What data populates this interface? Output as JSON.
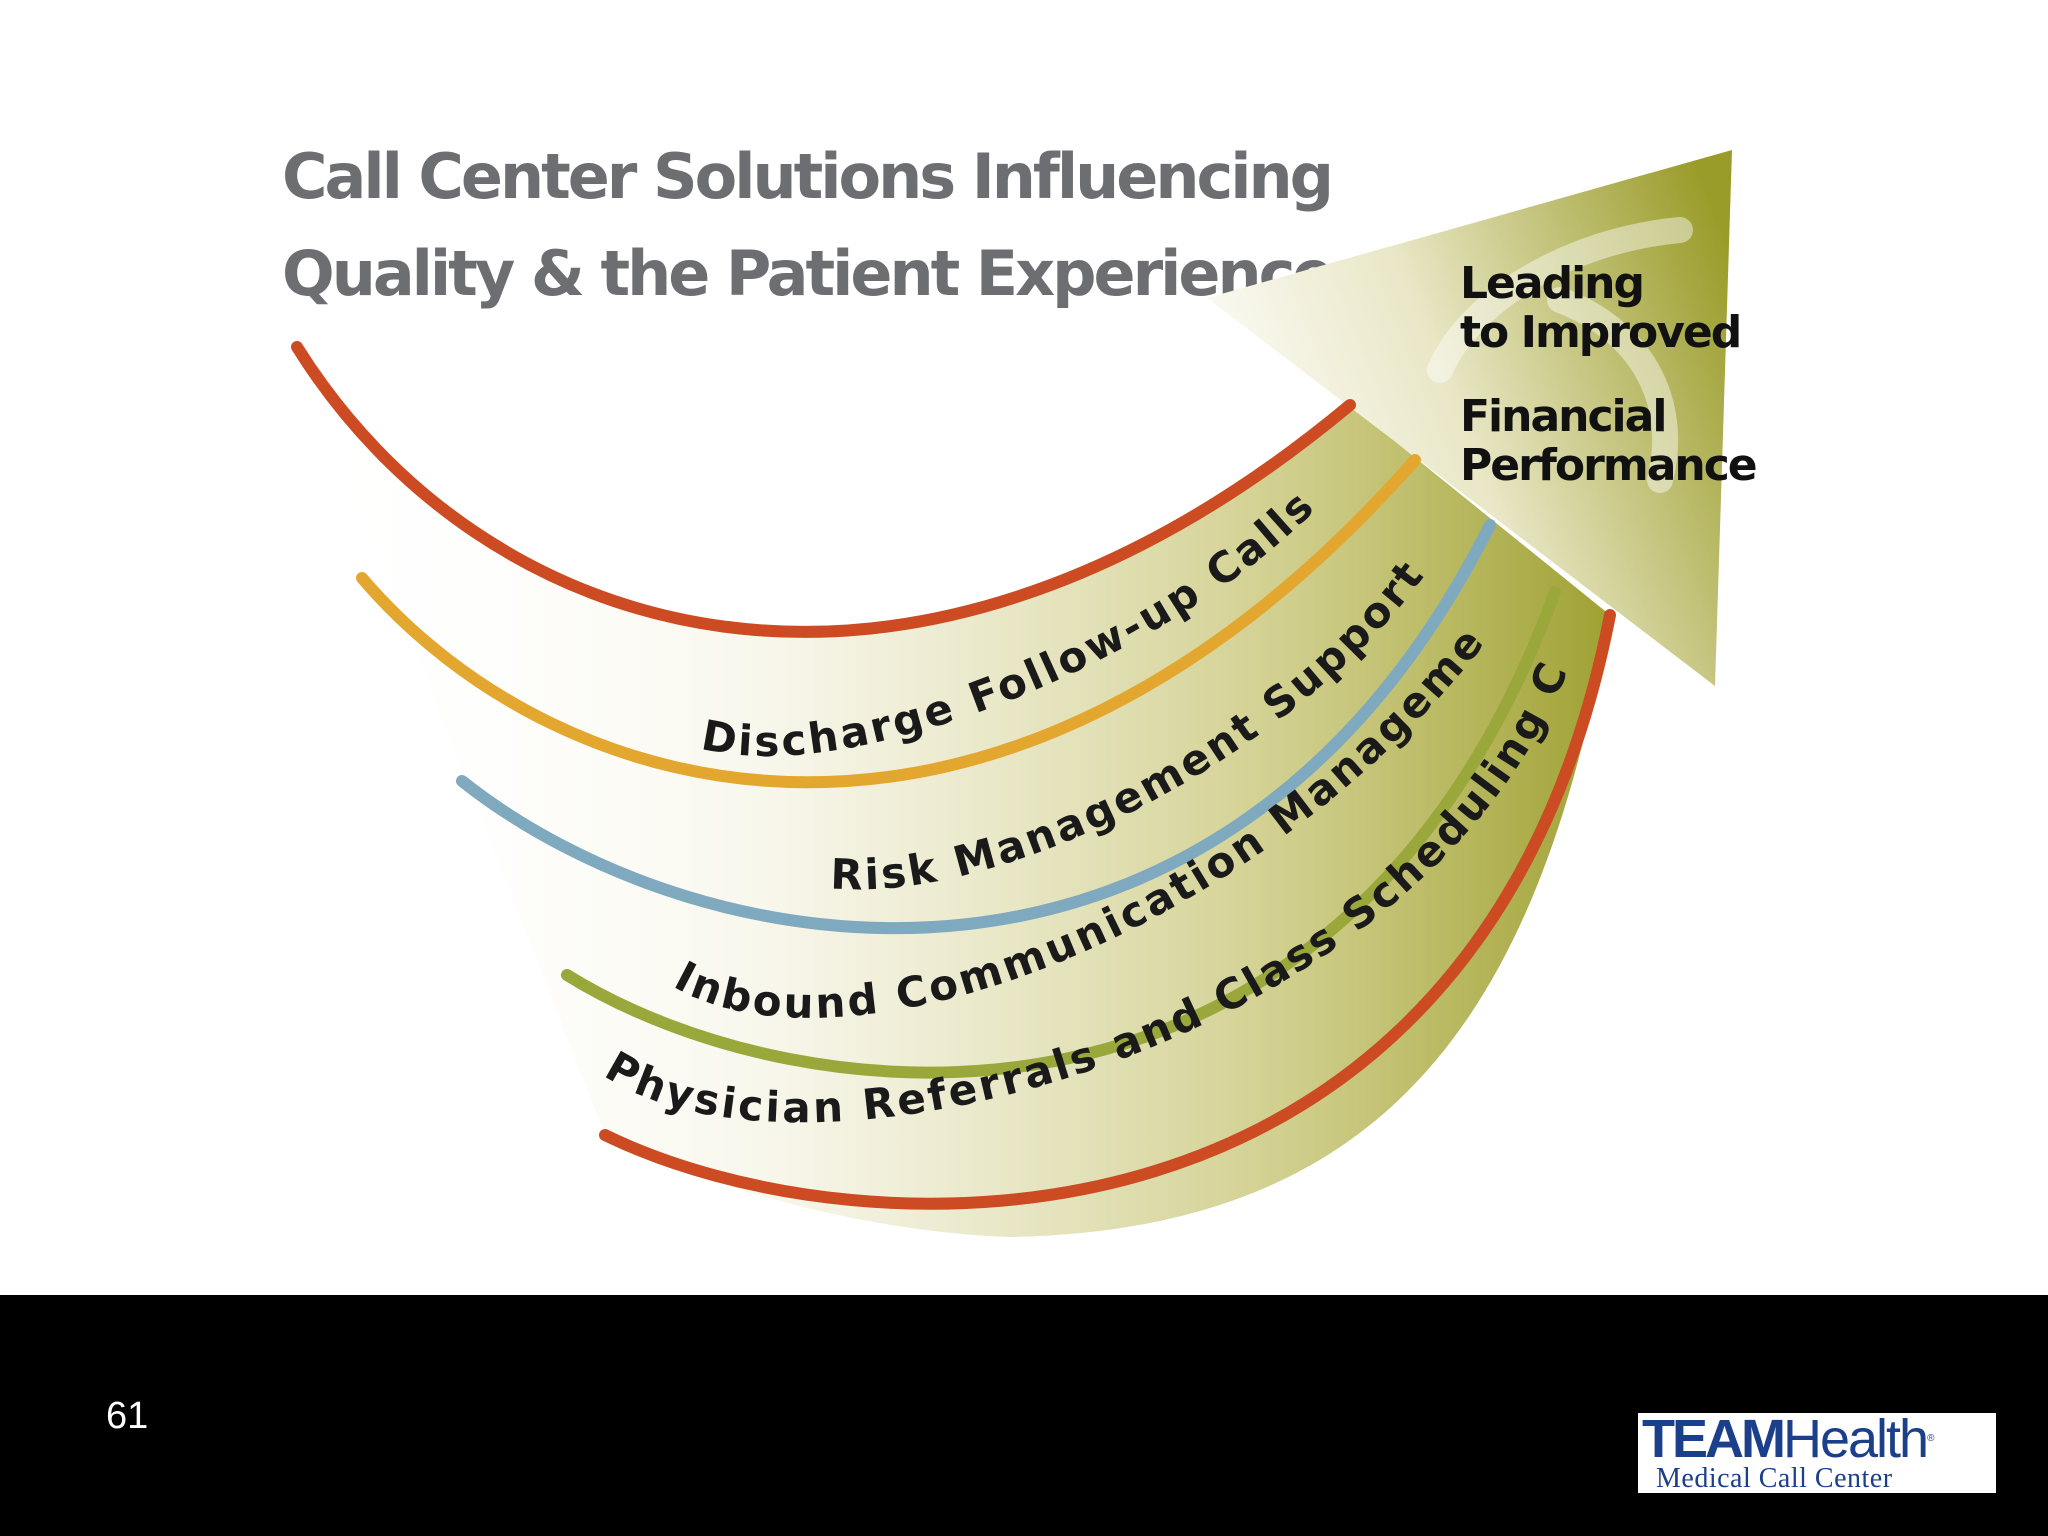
{
  "title": {
    "line1": "Call Center Solutions Influencing",
    "line2": "Quality & the Patient Experience"
  },
  "bands": [
    {
      "label": "Discharge Follow-up Calls",
      "color": "#cc4b22"
    },
    {
      "label": "Risk Management Support",
      "color": "#e3a72f"
    },
    {
      "label": "Inbound Communication Management",
      "color": "#7fa9bf"
    },
    {
      "label": "Physician Referrals and Class Scheduling Calls",
      "color": "#9aa73a"
    }
  ],
  "outer_band_color": "#cc4b22",
  "arrow": {
    "line1": "Leading",
    "line2": "to Improved",
    "line3": "Financial",
    "line4": "Performance",
    "color": "#9a9c2a"
  },
  "footer": {
    "page_number": "61",
    "logo_primary": "TEAM",
    "logo_secondary": "Health",
    "logo_registered": "®",
    "logo_subtitle": "Medical Call Center"
  }
}
